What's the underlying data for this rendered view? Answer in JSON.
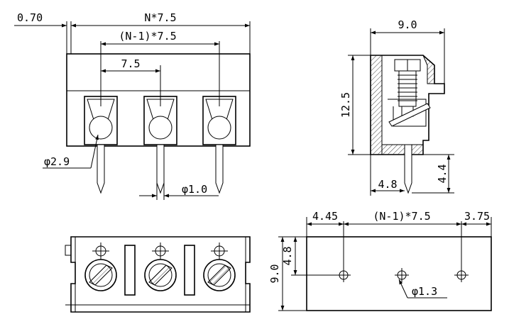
{
  "dimensions": {
    "edge_offset": "0.70",
    "total_width": "N*7.5",
    "span": "(N-1)*7.5",
    "pitch": "7.5",
    "hole_dia": "φ2.9",
    "pin_dia": "φ1.0",
    "side_width": "9.0",
    "side_height": "12.5",
    "pin_length": "4.4",
    "pin_offset": "4.8",
    "pcb_left": "4.45",
    "pcb_span": "(N-1)*7.5",
    "pcb_right": "3.75",
    "pcb_depth": "9.0",
    "pcb_row": "4.8",
    "pcb_hole": "φ1.3"
  },
  "colors": {
    "line": "#000000",
    "hatch": "#444444",
    "background": "#ffffff"
  },
  "drawing_type": "technical-drawing"
}
